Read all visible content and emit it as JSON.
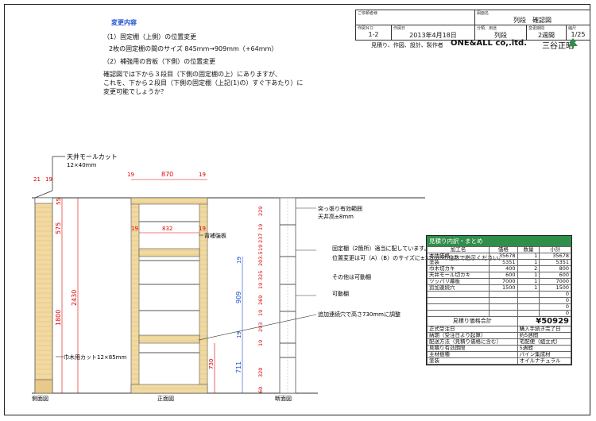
{
  "notes": {
    "title": "変更内容",
    "line1": "（1）固定棚（上側）の位置変更",
    "line2": "2枚の固定棚の間のサイズ 845mm→909mm（+64mm）",
    "line3": "（2）補強用の背板（下側）の位置変更",
    "para": [
      "確認図では下から３段目（下側の固定棚の上）にありますが、",
      "これを、下から２段目（下側の固定棚（上記(1)の）すぐ下あたり）に",
      "変更可能でしょうか？"
    ]
  },
  "title_block": {
    "client_label": "ご依頼者様",
    "drawing_name_label": "図面名",
    "drawing_name": "列段　確認図",
    "drawing_no_label": "作図ＮＯ",
    "drawing_no": "1-2",
    "date_label": "作図日",
    "date": "2013年4月18日",
    "category_label": "分類、用途",
    "category": "列段",
    "period_label": "変更期間",
    "period": "2週間",
    "scale_label": "縮尺",
    "scale": "1/25",
    "company_caption": "見積り、作図、設計、製作者",
    "company": "ONE&ALL co,.ltd.",
    "person": "三谷正昭"
  },
  "drawing": {
    "top_cut_label": "天井モールカット",
    "top_cut_size": "12×40mm",
    "side_label": "側面図",
    "front_label": "正面図",
    "section_label": "断面図",
    "baseboard_label": "巾木用カット12×85mm",
    "back_reinforce_label": "背補強板",
    "tension_label": "突っ張り有効範囲",
    "tension_value": "天井高±8mm",
    "fixed_note": [
      "固定棚（2箇所）適当に配しています。",
      "位置変更は可（A）（B）のサイズに±32mmの倍数で指示ください。",
      "その他は可動棚"
    ],
    "movable_label": "可動棚",
    "add_note": "追加連続穴で高さ730mmに調整",
    "dims": {
      "side_top": [
        "21",
        "19"
      ],
      "front_width": "870",
      "front_inner": "832",
      "front_side_19a": "19",
      "front_side_19b": "19",
      "front_inner_19a": "19",
      "front_inner_19b": "19",
      "v55": "55",
      "v575": "575",
      "v2430": "2430",
      "v1800": "1800",
      "v730": "730",
      "v909": "909",
      "v711": "711",
      "v19a": "19",
      "v19b": "19",
      "sec": [
        "229",
        "19",
        "237",
        "19",
        "203.5",
        "325",
        "19",
        "269",
        "19",
        "293",
        "19",
        "320",
        "60"
      ]
    }
  },
  "estimate": {
    "header": "見積り内訳・まとめ",
    "cols": [
      "加工名",
      "価格",
      "数量",
      "小計"
    ],
    "rows": [
      [
        "本体価格",
        "35678",
        "1",
        "35678"
      ],
      [
        "塗装",
        "5351",
        "1",
        "5351"
      ],
      [
        "巾木切カキ",
        "400",
        "2",
        "800"
      ],
      [
        "天井モール切カキ",
        "600",
        "1",
        "600"
      ],
      [
        "ツッパリ幕板",
        "7000",
        "1",
        "7000"
      ],
      [
        "追加連続穴",
        "1500",
        "1",
        "1500"
      ],
      [
        "",
        "",
        "",
        "0"
      ],
      [
        "",
        "",
        "",
        "0"
      ],
      [
        "",
        "",
        "",
        "0"
      ],
      [
        "",
        "",
        "",
        "0"
      ]
    ],
    "total_label": "見積り価格合計",
    "total": "¥50929",
    "info": [
      [
        "正式受注日",
        "購入手続き完了日"
      ],
      [
        "納期（受注日より起算）",
        "約5週間"
      ],
      [
        "配送方法（見積り価格に含む）",
        "宅配便（組立式）"
      ],
      [
        "見積り有効期限",
        "5週間"
      ],
      [
        "主材樹種",
        "パイン集成材"
      ],
      [
        "塗装",
        "オイルナチュラル"
      ]
    ]
  }
}
